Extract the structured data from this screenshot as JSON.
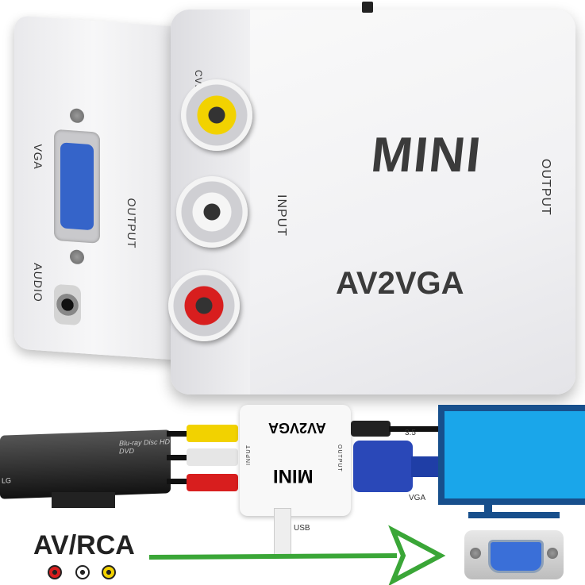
{
  "back_unit": {
    "labels": [
      "VGA",
      "OUTPUT",
      "AUDIO"
    ]
  },
  "front_unit": {
    "brand": "MINI",
    "model": "AV2VGA",
    "side_labels": [
      "INPUT",
      "OUTPUT"
    ],
    "port_label": "CVBS"
  },
  "diagram": {
    "device_brand": "LG",
    "device_logo": "Blu-ray Disc HD DVD",
    "adapter_brand": "MINI",
    "adapter_model": "AV2VGA",
    "adapter_input": "INPUT",
    "adapter_output": "OUTPUT",
    "audio_label": "3.5",
    "vga_label": "VGA",
    "usb_label": "USB",
    "source_label": "AV/RCA"
  },
  "colors": {
    "yellow": "#f2d200",
    "white": "#e8e8e8",
    "red": "#d81e1e",
    "arrow": "#3aa637",
    "monitor": "#1aa6ea"
  }
}
